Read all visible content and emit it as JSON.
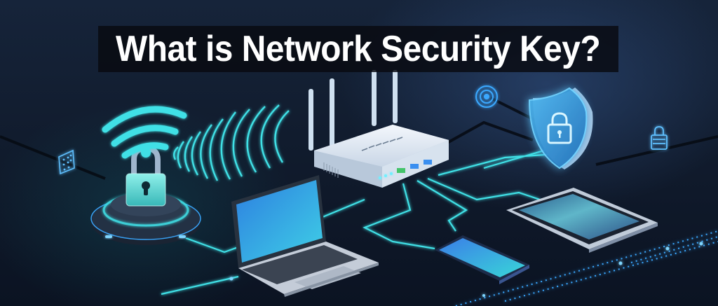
{
  "title": "What is Network Security Key?",
  "colors": {
    "background_top": "#16243a",
    "background_bottom": "#0b1322",
    "title_text": "#ffffff",
    "title_band": "#080a10",
    "neon_cyan": "#3fe0e6",
    "neon_blue": "#3aa8ff",
    "device_silver": "#c9d3e0",
    "router_white": "#e6eef7",
    "screen_blue": "#2f8fe0"
  },
  "illustration": {
    "elements": [
      {
        "name": "wifi-lock",
        "description": "wifi symbol above padlock on glowing pedestal"
      },
      {
        "name": "signal-waves",
        "description": "concentric cyan sound/signal waves"
      },
      {
        "name": "router",
        "description": "white router with four antennas, vents, ports and LEDs"
      },
      {
        "name": "laptop",
        "description": "silver laptop with blue screen"
      },
      {
        "name": "smartphone",
        "description": "phone with blue-cyan gradient screen"
      },
      {
        "name": "tablet",
        "description": "tablet with reflective screen"
      },
      {
        "name": "shield-lock",
        "description": "glowing blue shield with padlock"
      },
      {
        "name": "target-icon",
        "description": "fingerprint/target style glyph"
      },
      {
        "name": "small-lock-icon",
        "description": "small outlined padlock"
      },
      {
        "name": "keypad-icon",
        "description": "small keypad/chip glyph"
      },
      {
        "name": "network-traces",
        "description": "glowing connection lines between devices"
      }
    ]
  }
}
